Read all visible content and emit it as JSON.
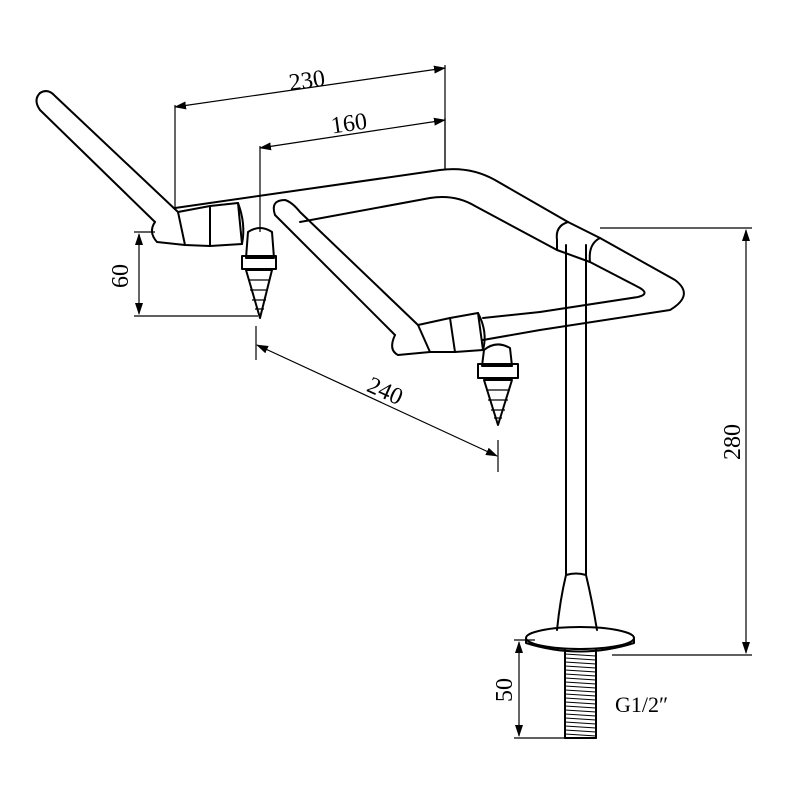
{
  "dimensions": {
    "width_outer": "230",
    "width_inner": "160",
    "nozzle_height": "60",
    "spread": "240",
    "total_height": "280",
    "thread_length": "50"
  },
  "thread_spec": "G1/2″"
}
